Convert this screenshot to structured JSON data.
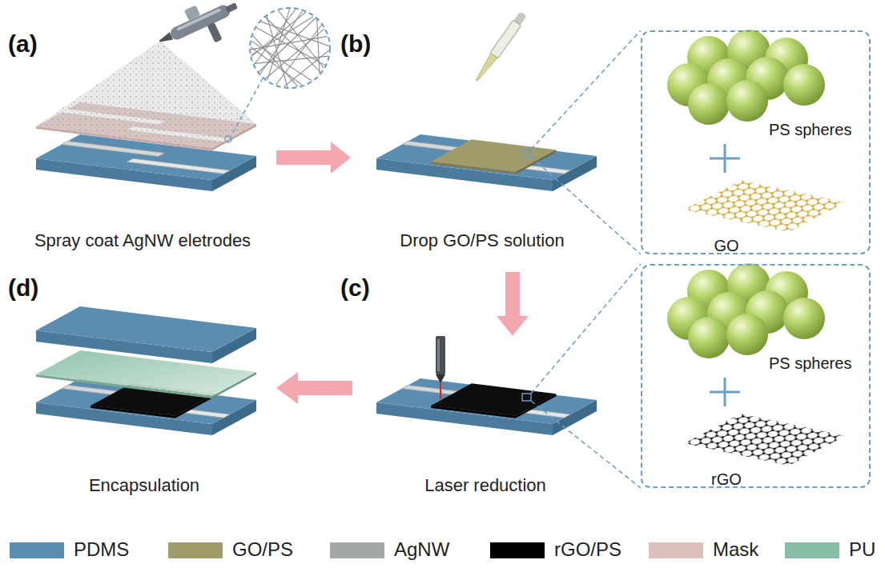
{
  "diagram": {
    "nodes": [
      {
        "text": [
          "PS spheres",
          "GO"
        ]
      },
      {
        "text": [
          "PS spheres",
          "rGO"
        ]
      }
    ],
    "labels": [
      "(a)",
      "(b)",
      "Spray coat AgNW eletrodes",
      "Drop GO/PS solution",
      "(d)",
      "(c)",
      "Encapsulation",
      "Laser reduction"
    ],
    "legend": [
      {
        "text": "PDMS",
        "color": "#5b8db0"
      },
      {
        "text": "GO/PS",
        "color": "#9f9b6a"
      },
      {
        "text": "AgNW",
        "color": "#a5a8a8"
      },
      {
        "text": "rGO/PS",
        "color": "#000000"
      },
      {
        "text": "Mask",
        "color": "#dcc0bc"
      },
      {
        "text": "PU",
        "color": "#86bda4"
      }
    ]
  }
}
